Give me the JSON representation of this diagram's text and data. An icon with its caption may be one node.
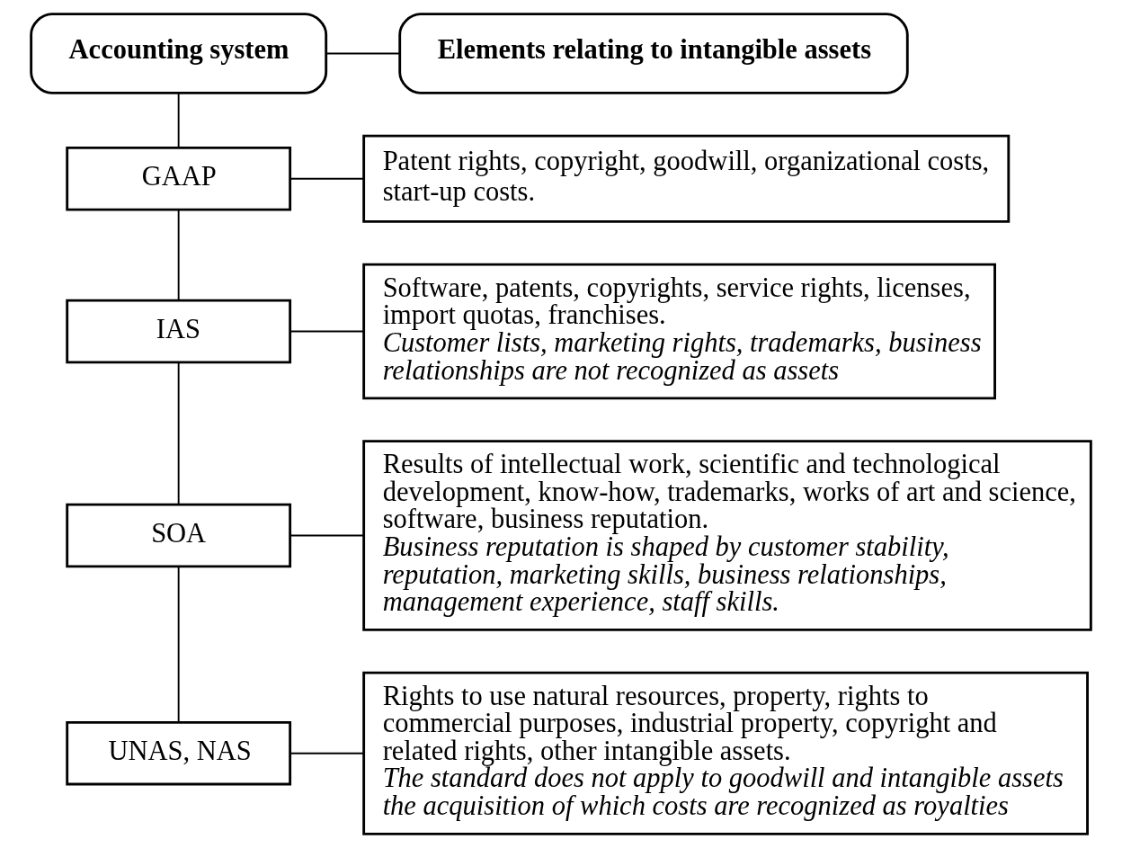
{
  "diagram": {
    "nodes": [
      {
        "text": [
          "Accounting system"
        ]
      },
      {
        "text": [
          "Elements relating to intangible assets"
        ]
      },
      {
        "text": [
          "GAAP"
        ]
      },
      {
        "text": [
          "Patent rights, copyright, goodwill, organizational costs, start-up costs."
        ]
      },
      {
        "text": [
          "IAS"
        ]
      },
      {
        "text": [
          "Software, patents, copyrights, service rights, licenses, import quotas, franchises.",
          "Customer lists, marketing rights, trademarks, business relationships are not recognized as assets"
        ]
      },
      {
        "text": [
          "SOA"
        ]
      },
      {
        "text": [
          "Results of intellectual work, scientific and technological development, know-how, trademarks, works of art and science, software, business reputation.",
          "Business reputation is shaped by customer stability, reputation, marketing skills, business relationships, management experience, staff skills."
        ]
      },
      {
        "text": [
          "UNAS, NAS"
        ]
      },
      {
        "text": [
          "Rights to use natural resources, property, rights to commercial purposes, industrial property, copyright and related rights, other intangible assets.",
          "The standard does not apply to goodwill and intangible assets the acquisition of which costs are recognized as royalties"
        ]
      }
    ],
    "edges": [
      {
        "from": 0,
        "to": 1,
        "arrow": "none"
      },
      {
        "from": 0,
        "to": 2,
        "arrow": "none"
      },
      {
        "from": 2,
        "to": 3,
        "arrow": "none"
      },
      {
        "from": 2,
        "to": 4,
        "arrow": "none"
      },
      {
        "from": 4,
        "to": 5,
        "arrow": "none"
      },
      {
        "from": 4,
        "to": 6,
        "arrow": "none"
      },
      {
        "from": 6,
        "to": 7,
        "arrow": "none"
      },
      {
        "from": 6,
        "to": 8,
        "arrow": "none"
      },
      {
        "from": 8,
        "to": 9,
        "arrow": "none"
      }
    ]
  }
}
